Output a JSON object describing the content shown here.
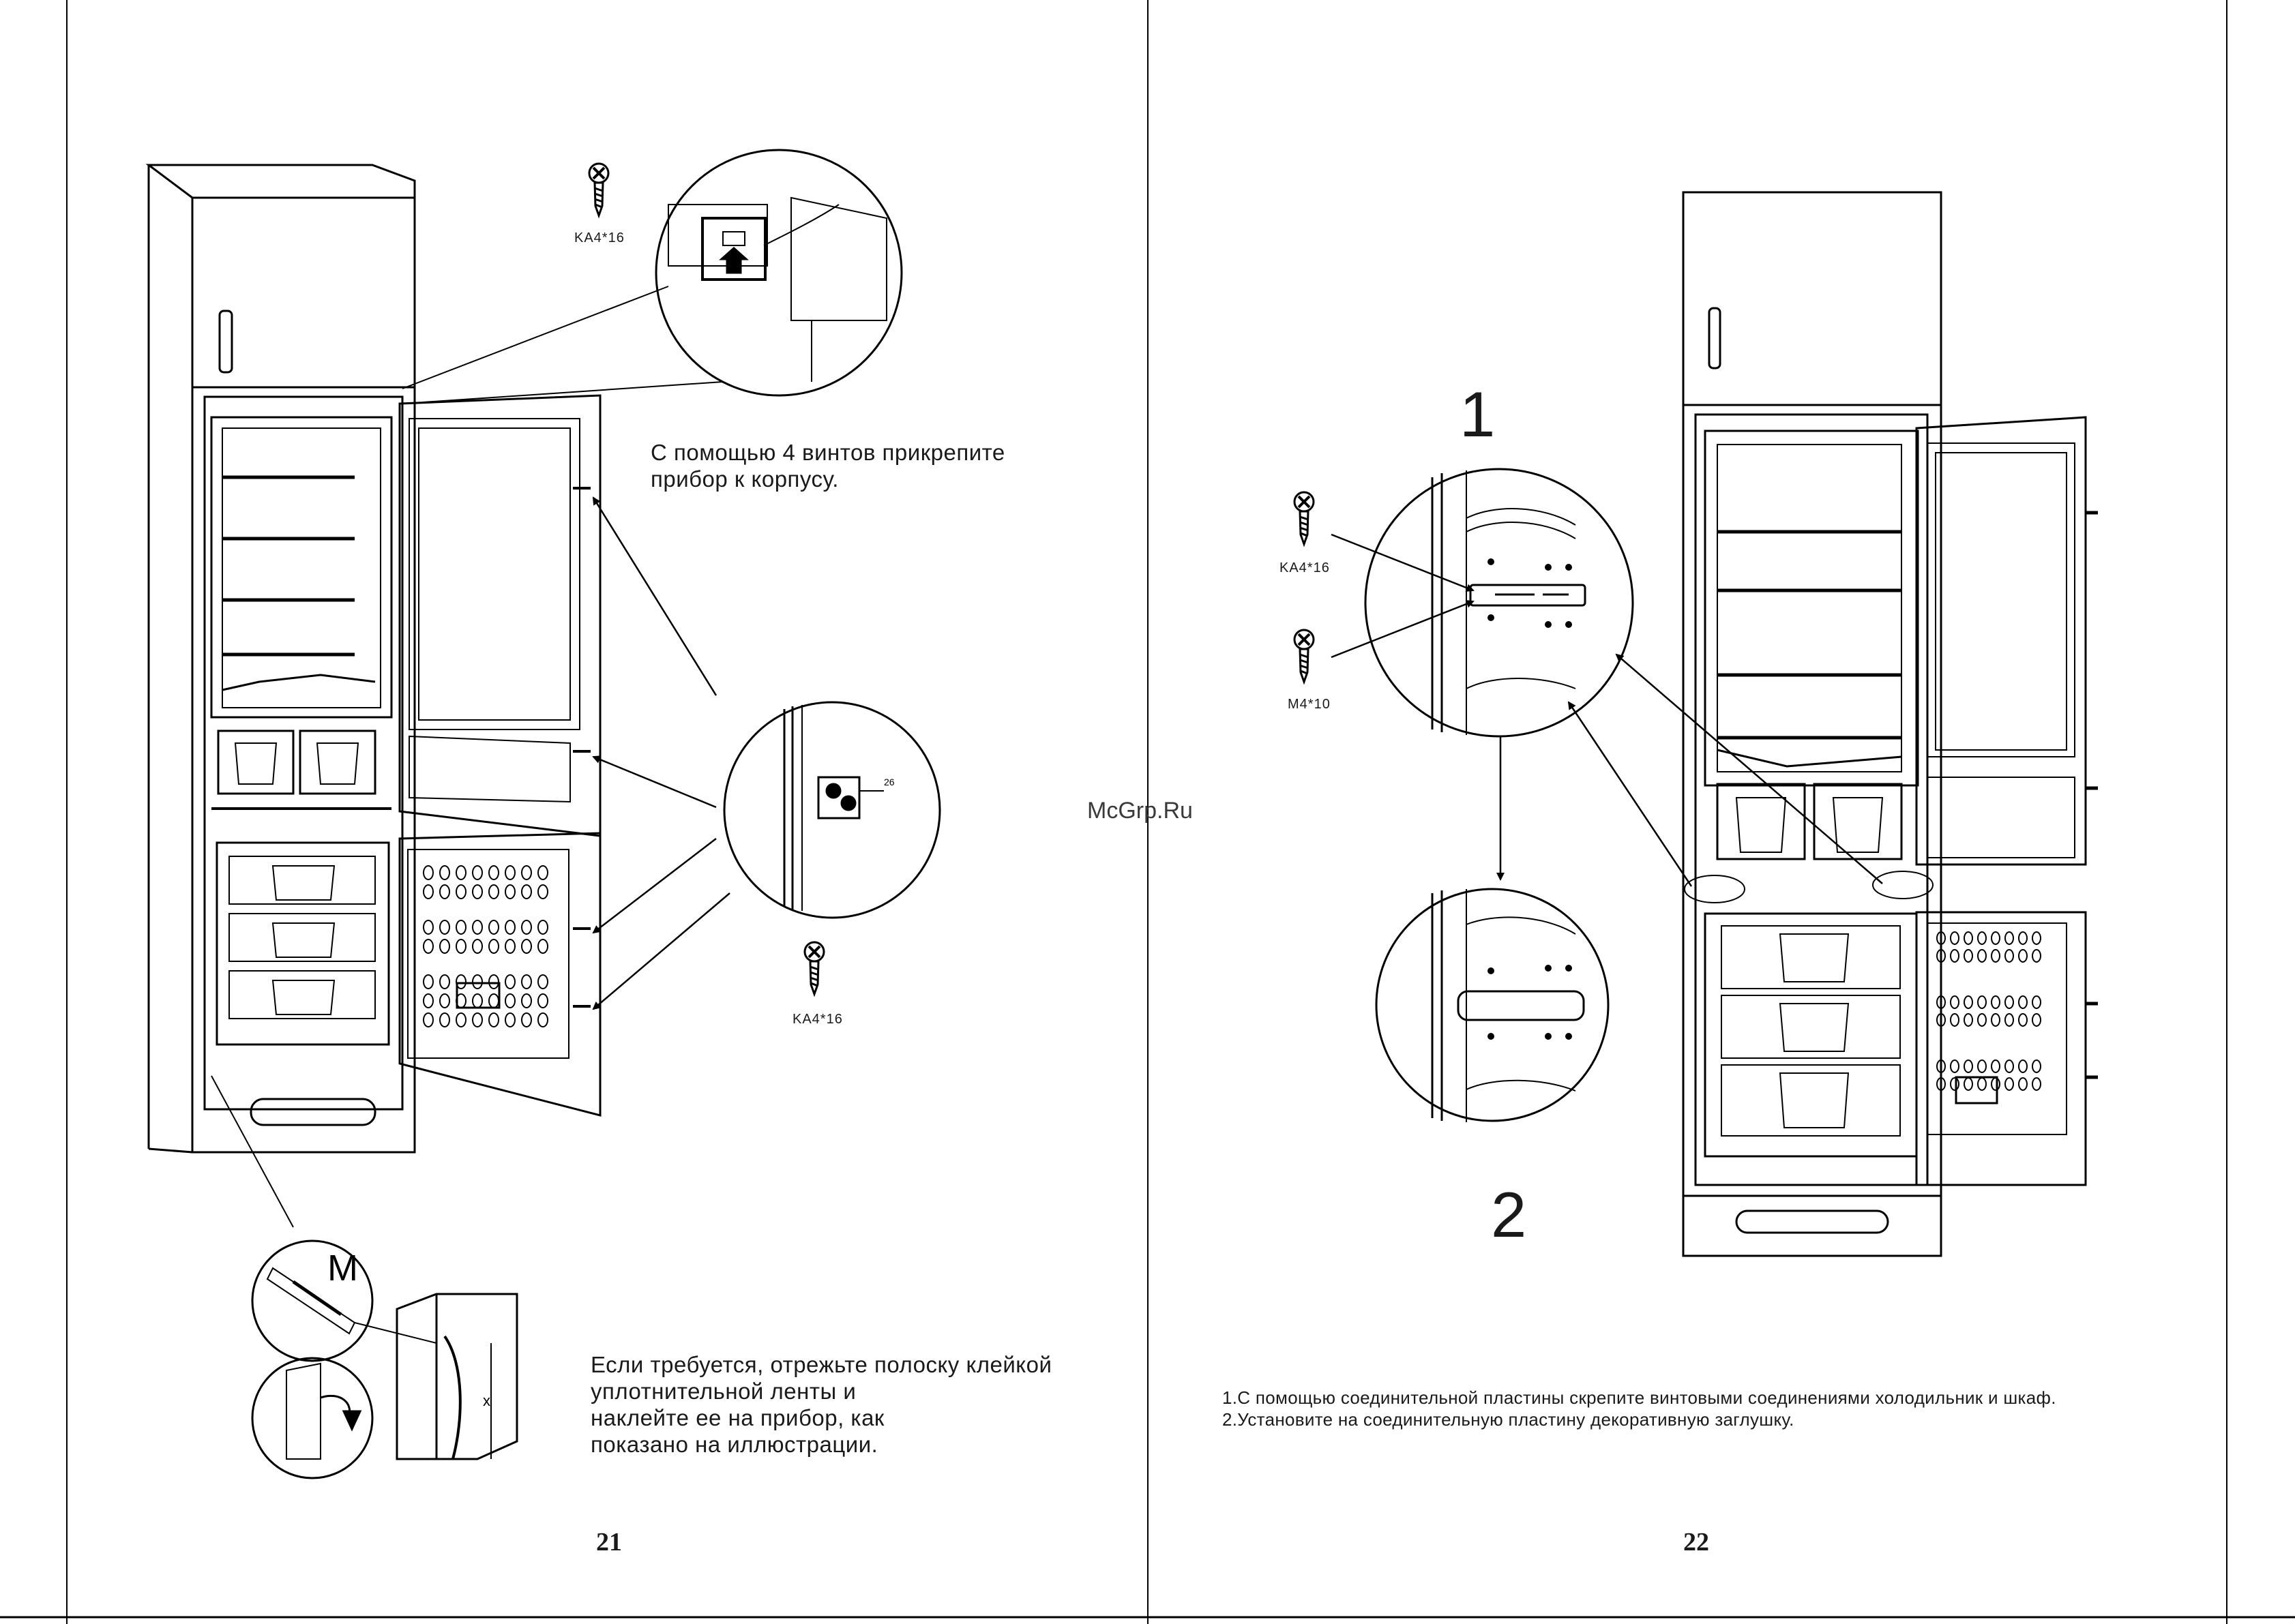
{
  "left_page": {
    "instruction_top": "С помощью 4 винтов прикрепите\nприбор к корпусу.",
    "screw_label_top": "KA4*16",
    "screw_label_mid": "KA4*16",
    "dimension_label": "26",
    "tape_mark_letter": "M",
    "tape_dimension": "x",
    "instruction_bottom": "Если требуется, отрежьте полоску клейкой\nуплотнительной ленты и\nнаклейте ее на прибор, как\nпоказано на иллюстрации.",
    "page_number": "21"
  },
  "right_page": {
    "step_1": "1",
    "step_2": "2",
    "screw_label_1": "KA4*16",
    "screw_label_2": "M4*10",
    "instruction": "1.С помощью соединительной пластины скрепите винтовыми соединениями холодильник и шкаф.\n2.Установите на соединительную пластину декоративную заглушку.",
    "page_number": "22"
  },
  "watermark": "McGrp.Ru",
  "icons": [
    "screw-icon",
    "arrow-up-icon",
    "curved-arrow-icon",
    "refrigerator-diagram",
    "detail-circle"
  ]
}
